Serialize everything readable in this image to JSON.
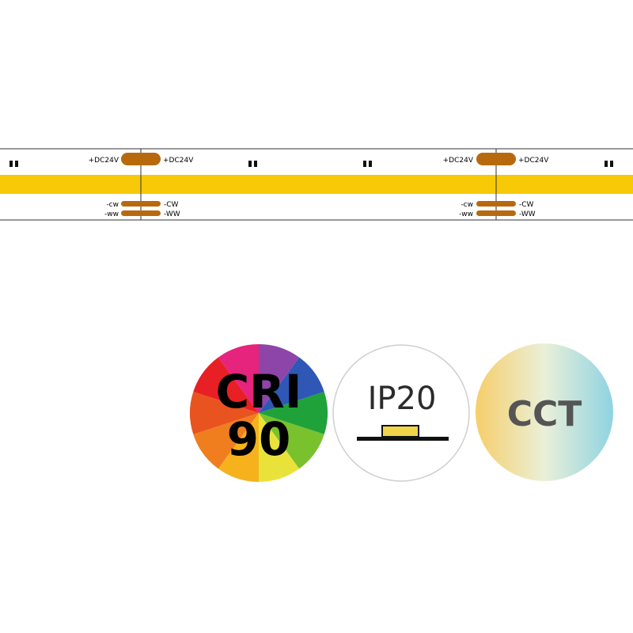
{
  "strip": {
    "labels": {
      "power": "+DC24V",
      "cw_left": "-cw",
      "ww_left": "-ww",
      "cw_right": "-CW",
      "ww_right": "-WW"
    },
    "colors": {
      "cob": "#F7C906",
      "pad": "#B8690E",
      "outline": "#333333"
    }
  },
  "badges": {
    "cri": {
      "line1": "CRI",
      "line2": "90"
    },
    "ip": {
      "text": "IP20",
      "led_color": "#F2D44A"
    },
    "cct": {
      "text": "CCT",
      "gradient": [
        "#F6CE6A",
        "#EAF0D8",
        "#8FD3E2"
      ]
    },
    "rainbow_colors": [
      "#E81F25",
      "#E6237D",
      "#8E45A8",
      "#2E57B6",
      "#1FA23A",
      "#7AC12E",
      "#E9E23A",
      "#F5B21C",
      "#F07E1F",
      "#E9531F"
    ]
  }
}
